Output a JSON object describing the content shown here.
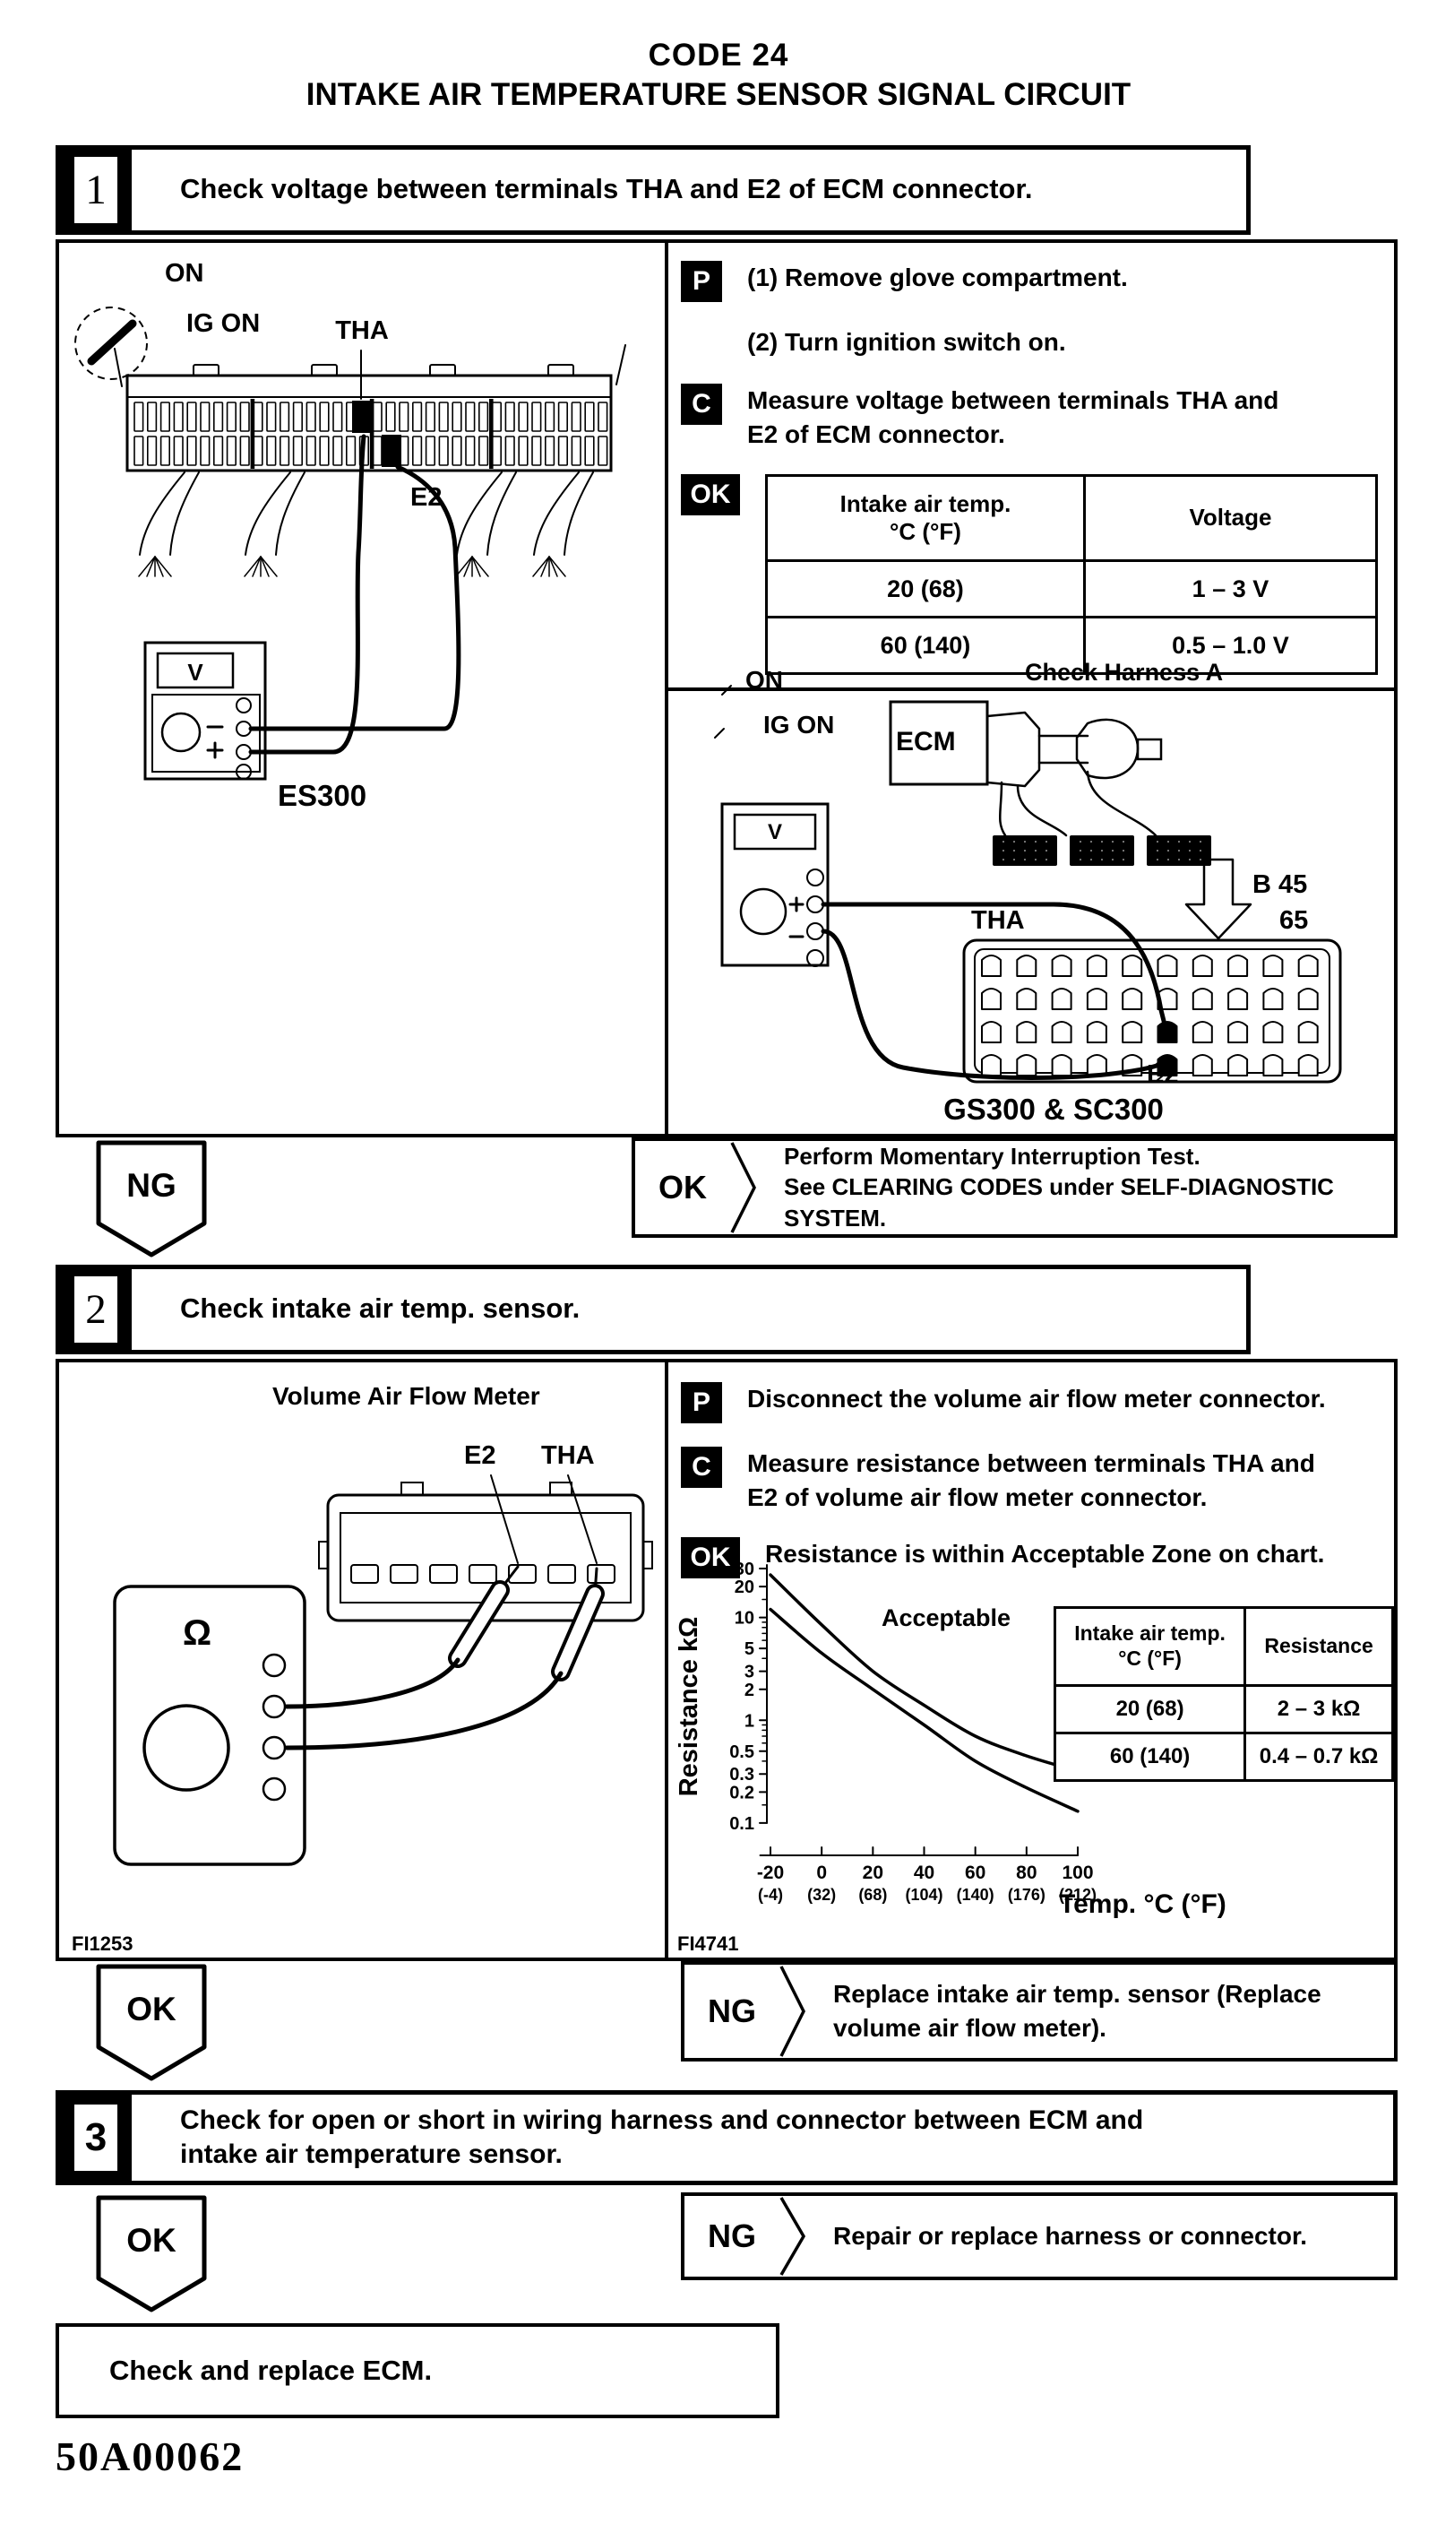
{
  "page": {
    "title_line1": "CODE 24",
    "title_line2": "INTAKE AIR TEMPERATURE SENSOR SIGNAL CIRCUIT",
    "doc_number": "50A00062"
  },
  "badges": {
    "prepare": "P",
    "check": "C",
    "ok": "OK",
    "ng": "NG"
  },
  "step1": {
    "number": "1",
    "title": "Check voltage between terminals THA and E2 of ECM connector.",
    "prepare_steps": [
      "(1)   Remove glove compartment.",
      "(2)   Turn ignition switch on."
    ],
    "check_text": "Measure voltage between terminals THA and E2 of ECM connector.",
    "voltage_table": {
      "col1_line1": "Intake air temp.",
      "col1_line2": "°C (°F)",
      "col2": "Voltage",
      "rows": [
        {
          "temp": "20 (68)",
          "value": "1 – 3 V"
        },
        {
          "temp": "60 (140)",
          "value": "0.5 – 1.0 V"
        }
      ]
    },
    "es300": {
      "on": "ON",
      "ig_on": "IG ON",
      "tha": "THA",
      "e2": "E2",
      "meter": "V",
      "caption": "ES300"
    },
    "gs300": {
      "on": "ON",
      "ig_on": "IG ON",
      "check_harness": "Check Harness A",
      "ecm": "ECM",
      "b45": "B 45",
      "b65": "65",
      "tha": "THA",
      "e2": "E2",
      "meter": "V",
      "caption": "GS300 & SC300"
    },
    "result": {
      "ng": "NG",
      "ok": "OK",
      "ok_lines": [
        "Perform Momentary Interruption Test.",
        "See CLEARING CODES under SELF-DIAGNOSTIC",
        "SYSTEM."
      ]
    }
  },
  "step2": {
    "number": "2",
    "title": "Check intake air temp. sensor.",
    "prepare_text": "Disconnect the volume air flow meter connector.",
    "check_lines": [
      "Measure resistance between terminals THA and",
      "E2 of volume air flow meter connector."
    ],
    "ok_text": "Resistance is within Acceptable Zone on chart.",
    "vafm": {
      "caption": "Volume Air Flow Meter",
      "e2": "E2",
      "tha": "THA",
      "ohm": "Ω",
      "fig_code": "FI1253"
    },
    "resistance_table": {
      "col1_line1": "Intake air temp.",
      "col1_line2": "°C (°F)",
      "col2": "Resistance",
      "rows": [
        {
          "temp": "20 (68)",
          "value": "2 – 3 kΩ"
        },
        {
          "temp": "60 (140)",
          "value": "0.4 – 0.7 kΩ"
        }
      ]
    },
    "fig_code": "FI4741",
    "result": {
      "ok": "OK",
      "ng": "NG",
      "ng_lines": [
        "Replace  intake  air  temp.  sensor  (Replace",
        "volume air flow meter)."
      ]
    }
  },
  "chart_data": {
    "type": "line",
    "title": "",
    "ylabel": "Resistance kΩ",
    "xlabel": "Temp. °C (°F)",
    "annotation": "Acceptable",
    "y_log": true,
    "ylim": [
      0.1,
      30
    ],
    "xlim": [
      -30,
      105
    ],
    "grid": false,
    "y_ticks": [
      {
        "v": 30,
        "label": "30"
      },
      {
        "v": 20,
        "label": "20"
      },
      {
        "v": 10,
        "label": "10"
      },
      {
        "v": 5,
        "label": "5"
      },
      {
        "v": 3,
        "label": "3"
      },
      {
        "v": 2,
        "label": "2"
      },
      {
        "v": 1,
        "label": "1"
      },
      {
        "v": 0.5,
        "label": "0.5"
      },
      {
        "v": 0.3,
        "label": "0.3"
      },
      {
        "v": 0.2,
        "label": "0.2"
      },
      {
        "v": 0.1,
        "label": "0.1"
      }
    ],
    "y_minor_ticks": [
      15,
      9,
      8,
      7,
      6,
      4,
      0.9,
      0.8,
      0.7,
      0.6,
      0.4,
      0.15
    ],
    "x_ticks": [
      {
        "v": -20,
        "c": "-20",
        "f": "(-4)"
      },
      {
        "v": 0,
        "c": "0",
        "f": "(32)"
      },
      {
        "v": 20,
        "c": "20",
        "f": "(68)"
      },
      {
        "v": 40,
        "c": "40",
        "f": "(104)"
      },
      {
        "v": 60,
        "c": "60",
        "f": "(140)"
      },
      {
        "v": 80,
        "c": "80",
        "f": "(176)"
      },
      {
        "v": 100,
        "c": "100",
        "f": "(212)"
      }
    ],
    "x": [
      -20,
      0,
      20,
      40,
      60,
      80,
      100
    ],
    "series": [
      {
        "name": "acceptable-zone-upper-limit",
        "values": [
          26,
          8.5,
          3,
          1.4,
          0.7,
          0.45,
          0.32
        ]
      },
      {
        "name": "acceptable-zone-lower-limit",
        "values": [
          12,
          4.5,
          2,
          0.9,
          0.4,
          0.22,
          0.13
        ]
      }
    ]
  },
  "step3": {
    "number": "3",
    "title_lines": [
      "Check for open or short in wiring harness and connector between ECM and",
      "intake air temperature sensor."
    ],
    "result": {
      "ok": "OK",
      "ng": "NG",
      "ng_text": "Repair or replace harness or connector."
    }
  },
  "final_step": {
    "text": "Check and replace ECM."
  }
}
